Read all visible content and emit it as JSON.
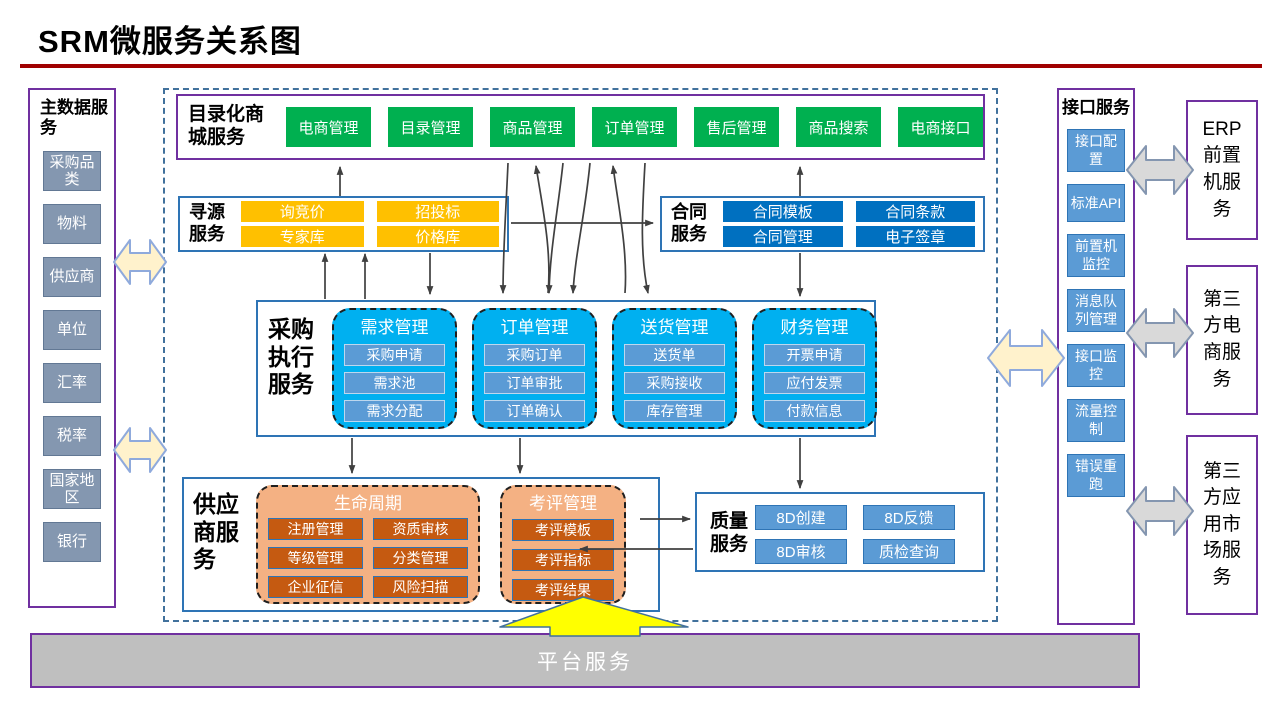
{
  "title": "SRM微服务关系图",
  "master_data": {
    "label": "主数据服务",
    "items": [
      "采购品类",
      "物料",
      "供应商",
      "单位",
      "汇率",
      "税率",
      "国家地区",
      "银行"
    ]
  },
  "catalog": {
    "label": "目录化商城服务",
    "items": [
      "电商管理",
      "目录管理",
      "商品管理",
      "订单管理",
      "售后管理",
      "商品搜索",
      "电商接口"
    ]
  },
  "sourcing": {
    "label": "寻源服务",
    "items": [
      "询竞价",
      "招投标",
      "专家库",
      "价格库"
    ]
  },
  "contract": {
    "label": "合同服务",
    "items": [
      "合同模板",
      "合同条款",
      "合同管理",
      "电子签章"
    ]
  },
  "procurement": {
    "label": "采购执行服务",
    "groups": [
      {
        "title": "需求管理",
        "items": [
          "采购申请",
          "需求池",
          "需求分配"
        ]
      },
      {
        "title": "订单管理",
        "items": [
          "采购订单",
          "订单审批",
          "订单确认"
        ]
      },
      {
        "title": "送货管理",
        "items": [
          "送货单",
          "采购接收",
          "库存管理"
        ]
      },
      {
        "title": "财务管理",
        "items": [
          "开票申请",
          "应付发票",
          "付款信息"
        ]
      }
    ]
  },
  "supplier": {
    "label": "供应商服务",
    "groups": [
      {
        "title": "生命周期",
        "items": [
          "注册管理",
          "资质审核",
          "等级管理",
          "分类管理",
          "企业征信",
          "风险扫描"
        ]
      },
      {
        "title": "考评管理",
        "items": [
          "考评模板",
          "考评指标",
          "考评结果"
        ]
      }
    ]
  },
  "quality": {
    "label": "质量服务",
    "items": [
      "8D创建",
      "8D反馈",
      "8D审核",
      "质检查询"
    ]
  },
  "interface_services": {
    "label": "接口服务",
    "items": [
      "接口配置",
      "标准API",
      "前置机监控",
      "消息队列管理",
      "接口监控",
      "流量控制",
      "错误重跑"
    ]
  },
  "external": {
    "items": [
      "ERP前置机服务",
      "第三方电商服务",
      "第三方应用市场服务"
    ]
  },
  "platform": {
    "label": "平台服务"
  },
  "colors": {
    "rule_red": "#A00000",
    "green": "#00B050",
    "yellow": "#FFC000",
    "deep_blue": "#0070C0",
    "cyan": "#00B0F0",
    "mid_blue": "#5B9BD5",
    "orange_light": "#F4B183",
    "orange_dark": "#C55A11",
    "gray_blue": "#8497B0",
    "purple_border": "#7030A0",
    "blue_border": "#2E74B5",
    "dashed_border": "#41719C",
    "platform_gray": "#BFBFBF",
    "cream_arrow": "#FFF2CC",
    "gray_arrow": "#D9D9D9",
    "yellow_arrow": "#FFFF00",
    "connector": "#404040"
  }
}
